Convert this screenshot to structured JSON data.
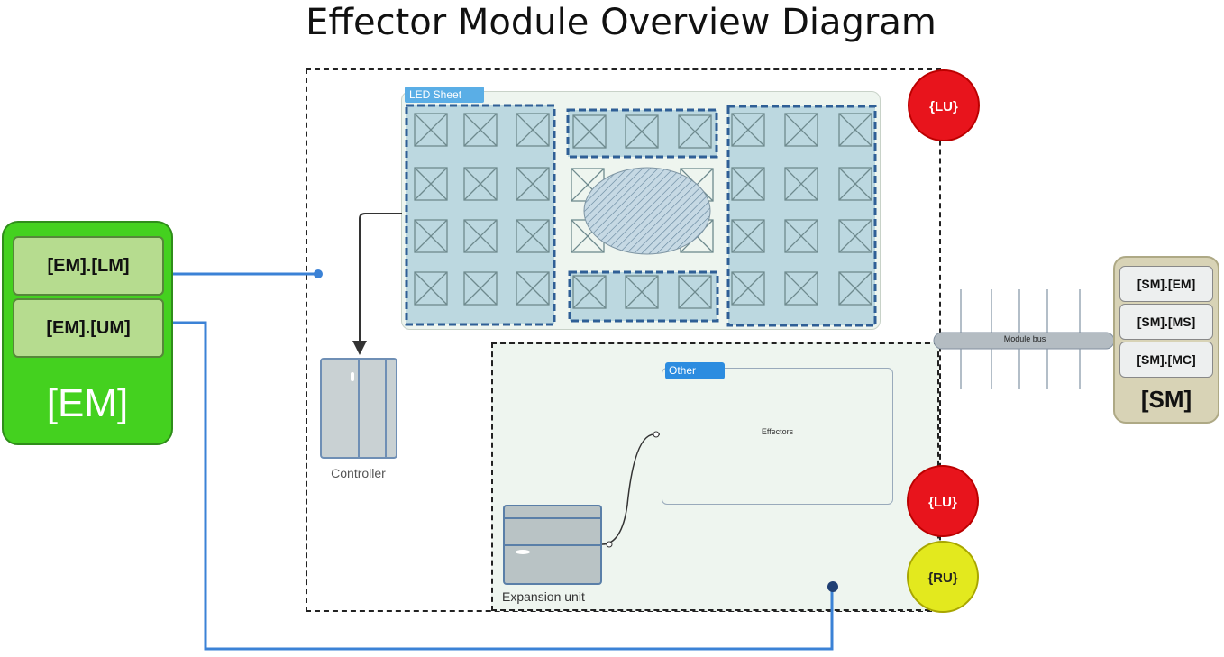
{
  "title": "Effector Module Overview Diagram",
  "led_sheet": {
    "tag": "LED Sheet"
  },
  "other": {
    "tag": "Other",
    "content": "Effectors"
  },
  "controller": {
    "label": "Controller"
  },
  "expansion": {
    "label": "Expansion unit"
  },
  "units": {
    "lu_top": "{LU}",
    "lu_bottom": "{LU}",
    "ru_bottom": "{RU}"
  },
  "em": {
    "title": "[EM]",
    "items": [
      "[EM].[LM]",
      "[EM].[UM]"
    ]
  },
  "sm": {
    "title": "[SM]",
    "items": [
      "[SM].[EM]",
      "[SM].[MS]",
      "[SM].[MC]"
    ]
  },
  "bus": {
    "label": "Module bus"
  },
  "colors": {
    "em_green": "#44d11f",
    "connector_blue": "#3b82d6",
    "lu_red": "#e8141c",
    "ru_yellow": "#e3e91e",
    "sm_beige": "#d8d3b6",
    "tile_blue": "#bcd8e0"
  }
}
